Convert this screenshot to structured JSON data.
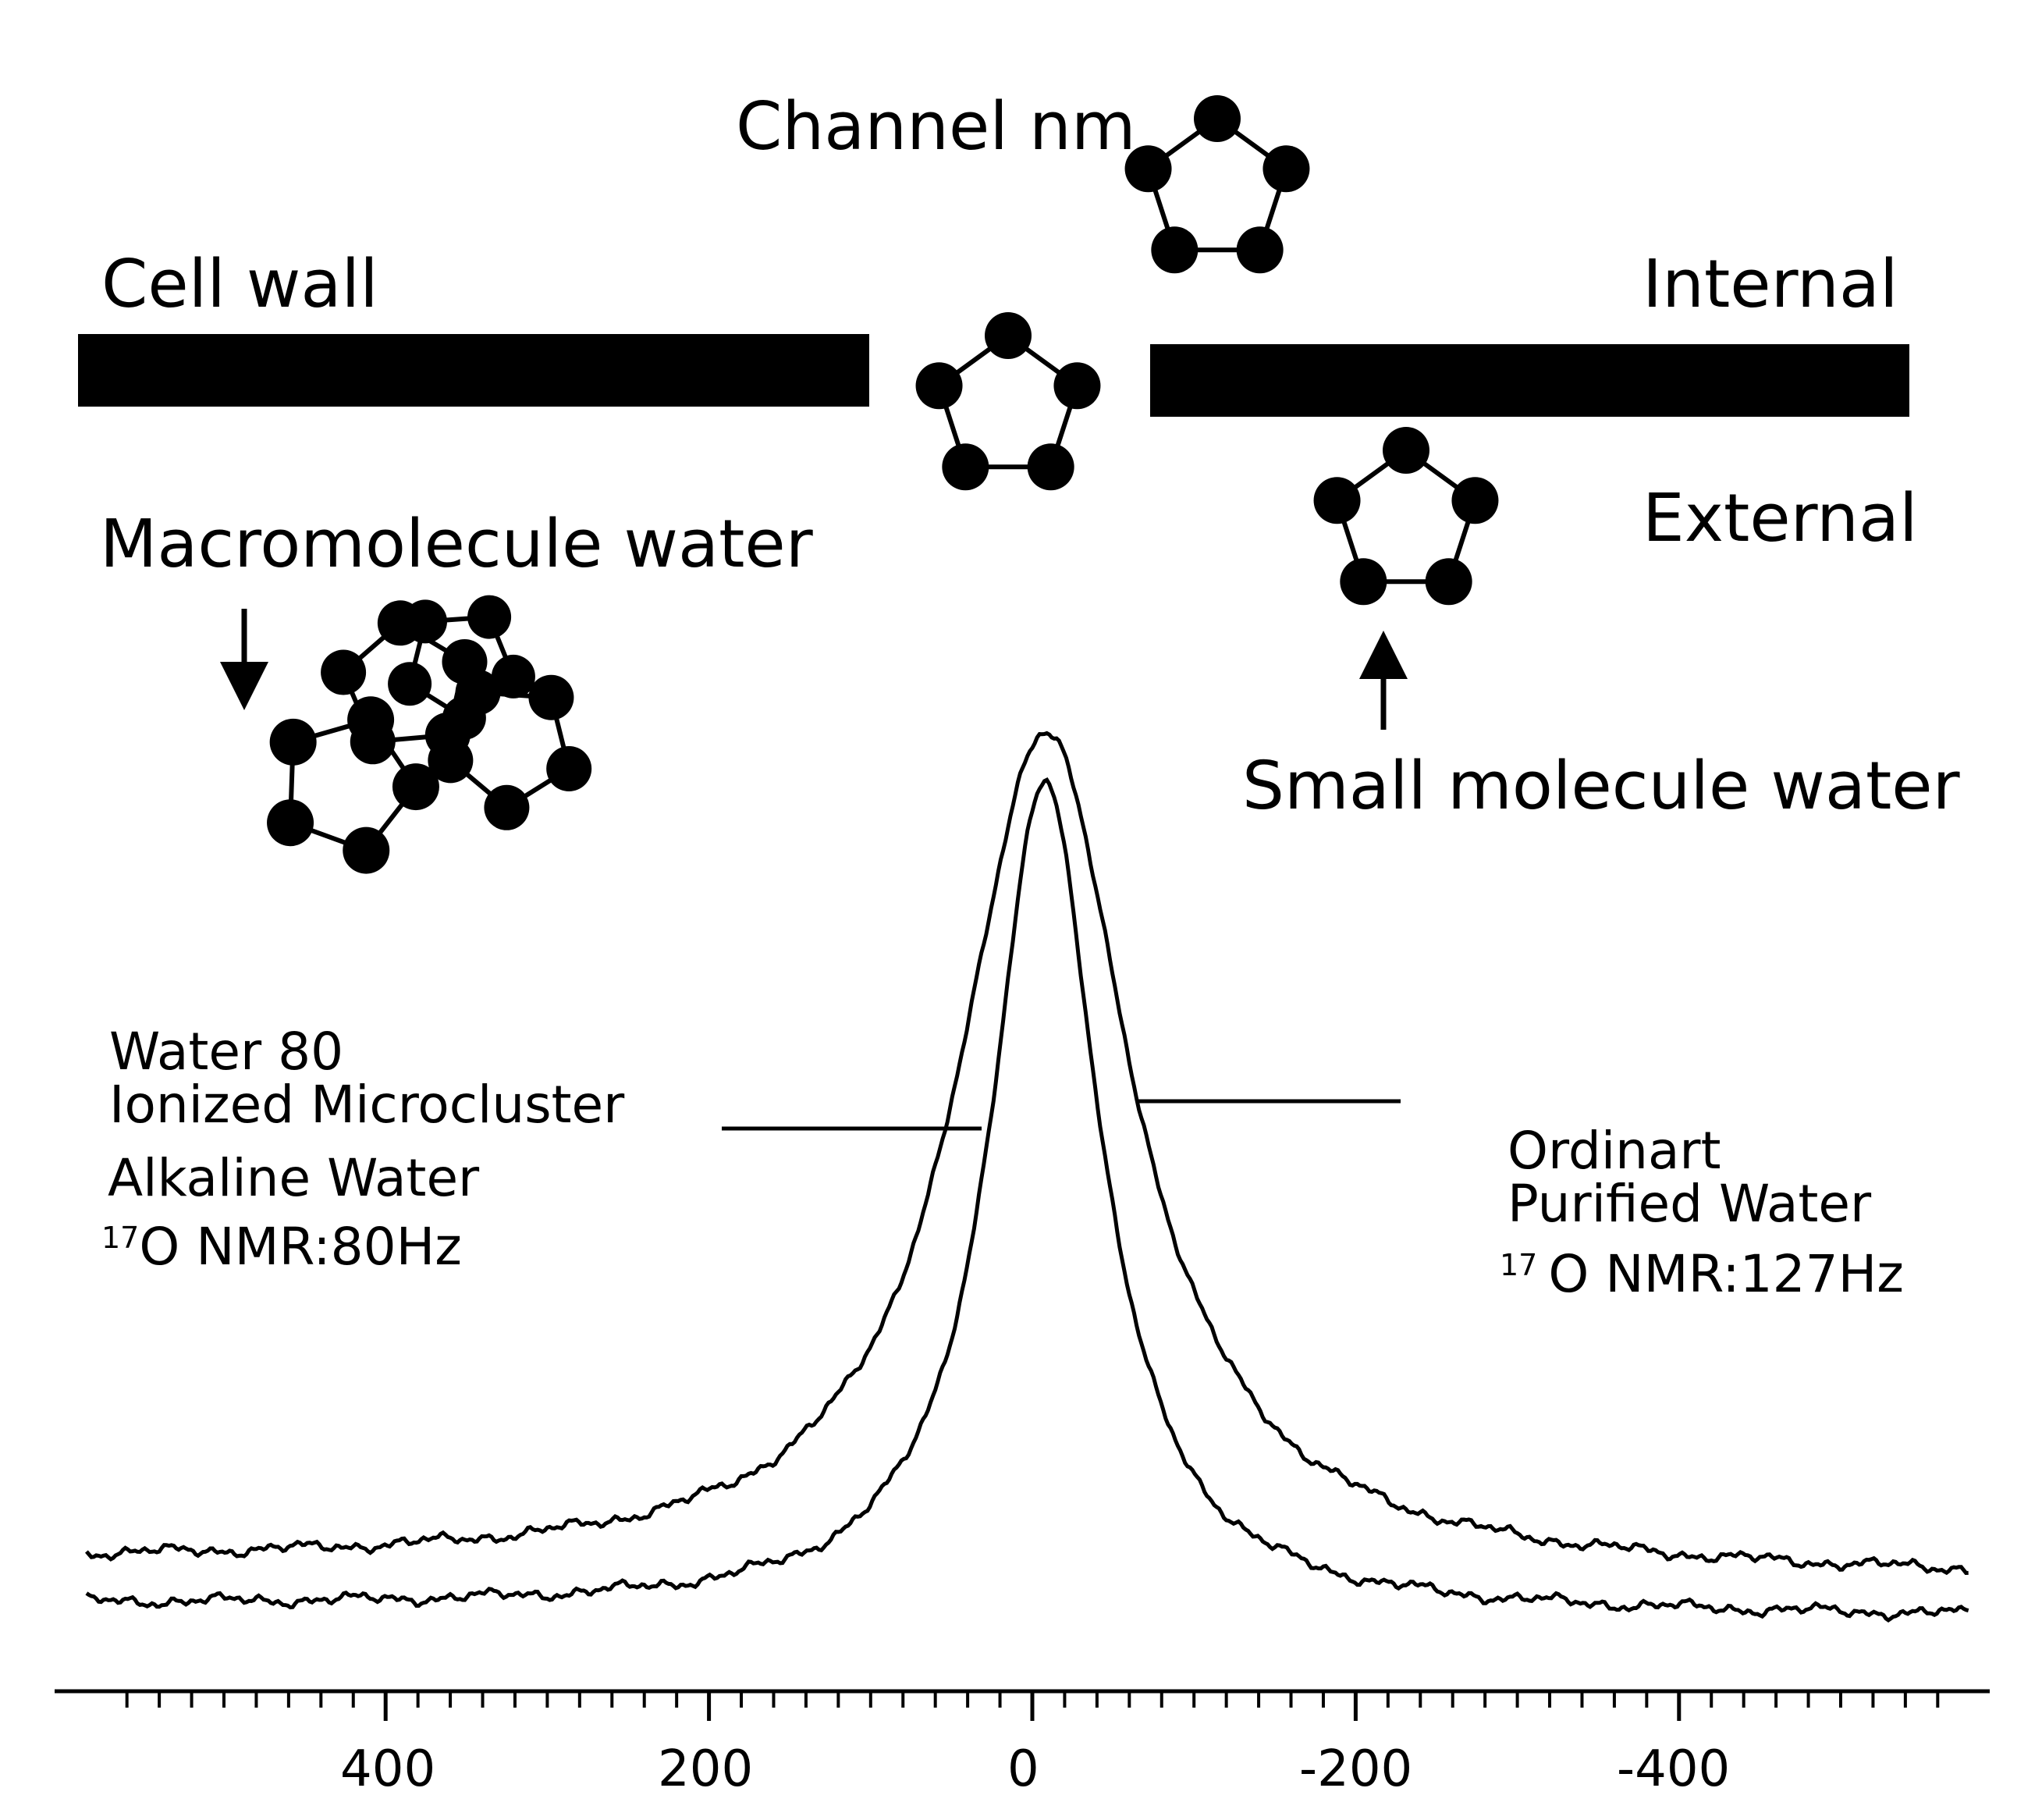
{
  "labels": {
    "channel": "Channel nm",
    "cell_wall": "Cell wall",
    "internal": "Internal",
    "external": "External",
    "macromolecule": "Macromolecule water",
    "small_molecule": "Small molecule water"
  },
  "left_annotation": {
    "line1": "Water 80",
    "line2": "Ionized Microcluster",
    "line3": "Alkaline Water",
    "iso": "17",
    "nmr": "O  NMR:80Hz"
  },
  "right_annotation": {
    "line1": "Ordinart",
    "line2": "Purified Water",
    "iso": "17",
    "nmr": "O  NMR:127Hz"
  },
  "axis": {
    "tick_labels": [
      "400",
      "200",
      "0",
      "-200",
      "-400"
    ]
  },
  "chart_data": {
    "type": "line",
    "x_axis_reversed": true,
    "xlim": [
      595,
      -595
    ],
    "x_ticks": [
      400,
      200,
      0,
      -200,
      -400
    ],
    "series": [
      {
        "peak_center": -8,
        "fwhm": 127,
        "note_ref": "right_annotation"
      },
      {
        "peak_center": -8,
        "fwhm": 80,
        "note_ref": "left_annotation"
      }
    ]
  },
  "colors": {
    "ink": "#000000",
    "background": "#ffffff"
  }
}
